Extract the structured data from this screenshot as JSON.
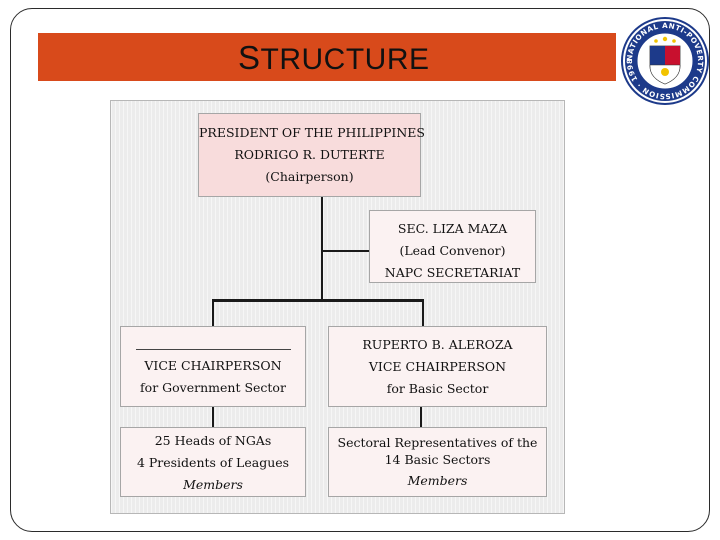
{
  "slide": {
    "title_first": "S",
    "title_rest": "TRUCTURE"
  },
  "colors": {
    "title_bar": "#d84a1b",
    "chair_box": "#f8dcdc",
    "other_boxes": "#fbf2f2"
  },
  "seal": {
    "icon": "national-anti-poverty-commission-seal",
    "text": "NATIONAL ANTI-POVERTY COMMISSION · 1998 ·"
  },
  "chart": {
    "chairperson": {
      "line1": "PRESIDENT OF THE PHILIPPINES",
      "line2": "RODRIGO R. DUTERTE",
      "line3": "(Chairperson)"
    },
    "convenor": {
      "line1": "SEC. LIZA MAZA",
      "line2": "(Lead Convenor)",
      "line3": "NAPC SECRETARIAT"
    },
    "vice_gov": {
      "line1": "VICE CHAIRPERSON",
      "line2": "for Government Sector"
    },
    "vice_basic": {
      "line1": "RUPERTO B. ALEROZA",
      "line2": "VICE CHAIRPERSON",
      "line3": "for Basic Sector"
    },
    "members_gov": {
      "line1": "25 Heads of NGAs",
      "line2": "4 Presidents of Leagues",
      "line3": "Members"
    },
    "members_basic": {
      "line1": "Sectoral Representatives of the",
      "line2": "14 Basic Sectors",
      "line3": "Members"
    }
  }
}
